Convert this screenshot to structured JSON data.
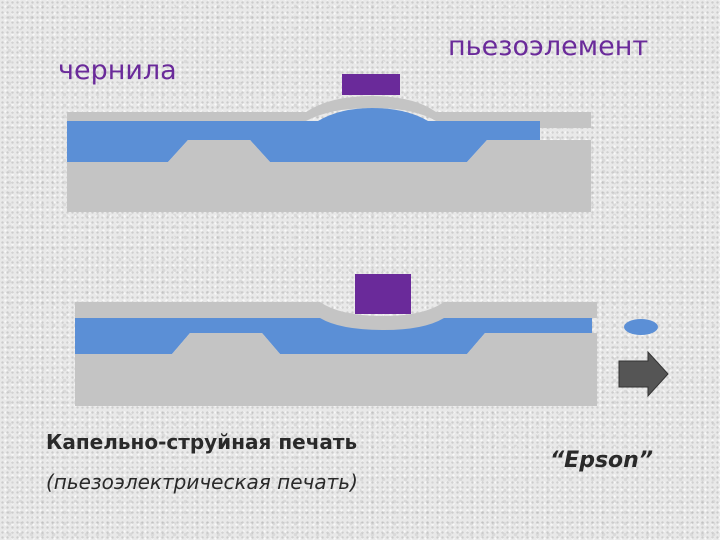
{
  "labels": {
    "ink": "чернила",
    "piezo_element": "пьезоэлемент",
    "caption_title": "Капельно-струйная печать",
    "caption_subtitle": "(пьезоэлектрическая печать)",
    "brand": "“Epson”"
  },
  "colors": {
    "ink": "#5b8fd6",
    "channel": "#c4c4c4",
    "piezo": "#6a2a9a",
    "arrow": "#555555",
    "label_text": "#6a2a9a"
  }
}
